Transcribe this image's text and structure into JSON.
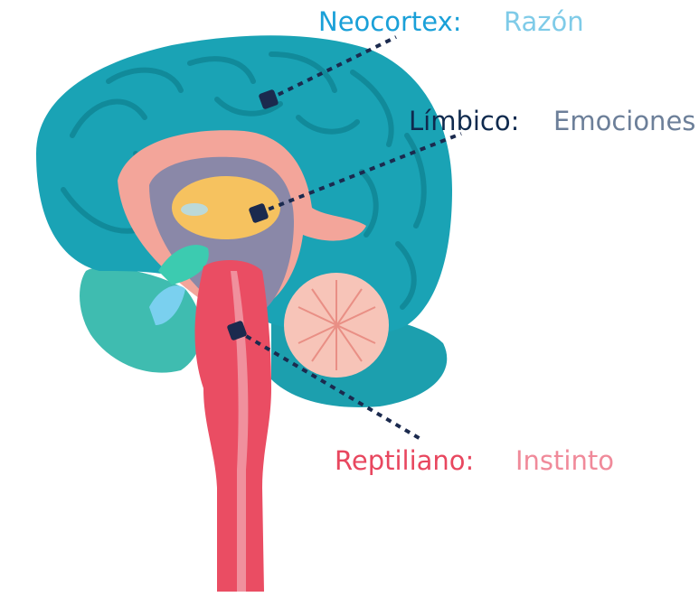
{
  "labels": {
    "neocortex": {
      "term": "Neocortex:",
      "meaning": "Razón"
    },
    "limbico": {
      "term": "Límbico:",
      "meaning": "Emociones"
    },
    "reptiliano": {
      "term": "Reptiliano:",
      "meaning": "Instinto"
    }
  },
  "colors": {
    "neocortex_term": "#1aa0d8",
    "neocortex_meaning": "#7fcbe8",
    "limbico_term": "#0f2a4e",
    "limbico_meaning": "#6c7f99",
    "reptiliano_term": "#e8475f",
    "reptiliano_meaning": "#f08a9a",
    "marker": "#1b2a4e",
    "cortex": "#1aa3b5",
    "cortex_dark": "#118a9a",
    "cerebellum_base": "#27a9b4",
    "limbic_pink": "#f3a59a",
    "limbic_yellow": "#f6c25f",
    "brainstem": "#ea4d63",
    "cerebellum_pink": "#f7c4b8"
  }
}
